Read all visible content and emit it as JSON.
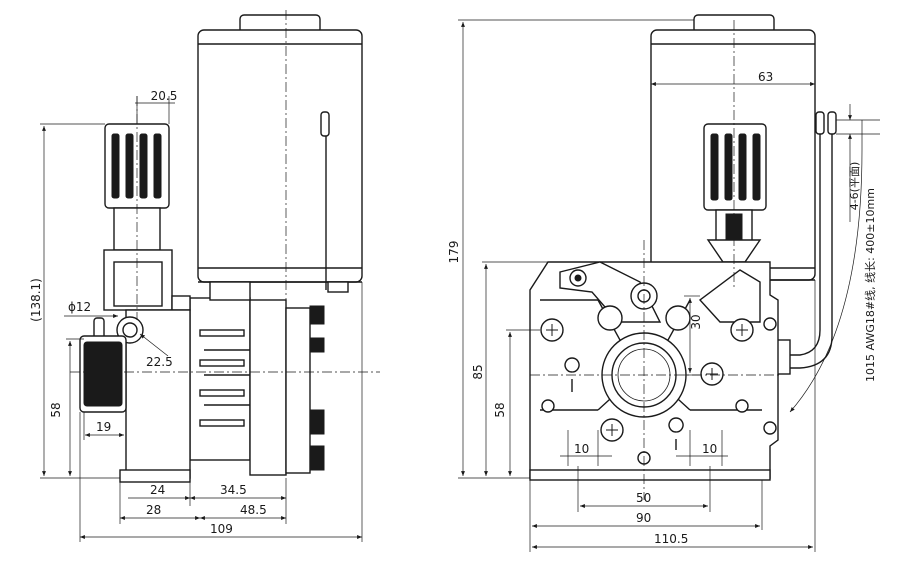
{
  "side_view": {
    "dims": {
      "height_total": "(138.1)",
      "width_top": "20.5",
      "hole_dia": "ϕ12",
      "offset": "22.5",
      "height_58": "58",
      "width_19": "19",
      "w24": "24",
      "w28": "28",
      "w34_5": "34.5",
      "w48_5": "48.5",
      "w109": "109"
    }
  },
  "front_view": {
    "dims": {
      "height_179": "179",
      "height_85": "85",
      "height_58": "58",
      "w63": "63",
      "h30": "30",
      "w10_left": "10",
      "w10_right": "10",
      "w50": "50",
      "w90": "90",
      "w110_5": "110.5",
      "wire_gap": "4-6(平面)",
      "cable_note": "1015 AWG18#线, 线长: 400±10mm"
    }
  }
}
